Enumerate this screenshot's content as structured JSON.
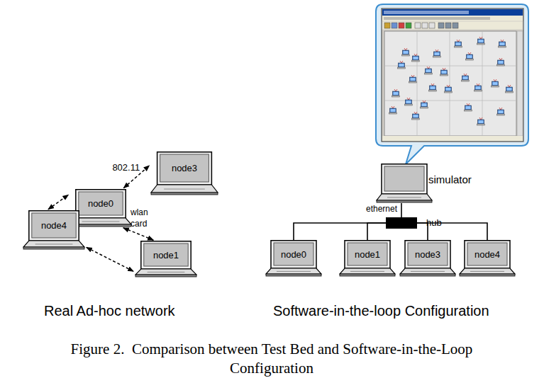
{
  "diagram": {
    "caption": "Figure 2.  Comparison between Test Bed and Software-in-the-Loop Configuration",
    "nodes": [
      {
        "text": [
          "node3"
        ]
      },
      {
        "text": [
          "simulator"
        ]
      },
      {
        "text": [
          "node0"
        ]
      },
      {
        "text": [
          "hub"
        ]
      },
      {
        "text": [
          "node4"
        ]
      },
      {
        "text": [
          "node1"
        ]
      },
      {
        "text": [
          "node0"
        ]
      },
      {
        "text": [
          "node1"
        ]
      },
      {
        "text": [
          "node3"
        ]
      },
      {
        "text": [
          "node4"
        ]
      }
    ],
    "edges": [
      {
        "from": 2,
        "to": 0,
        "arrow": "both",
        "label": "802.11"
      },
      {
        "from": 4,
        "to": 2,
        "arrow": "both"
      },
      {
        "from": 2,
        "to": 5,
        "arrow": "both"
      },
      {
        "from": 4,
        "to": 5,
        "arrow": "both"
      },
      {
        "from": 1,
        "to": 3,
        "arrow": "none",
        "label": "ethernet"
      },
      {
        "from": 3,
        "to": 6,
        "arrow": "none"
      },
      {
        "from": 3,
        "to": 7,
        "arrow": "none"
      },
      {
        "from": 3,
        "to": 8,
        "arrow": "none"
      },
      {
        "from": 3,
        "to": 9,
        "arrow": "none"
      }
    ],
    "labels": [
      "wlan card",
      "Real Ad-hoc network",
      "Software-in-the-loop Configuration"
    ]
  }
}
